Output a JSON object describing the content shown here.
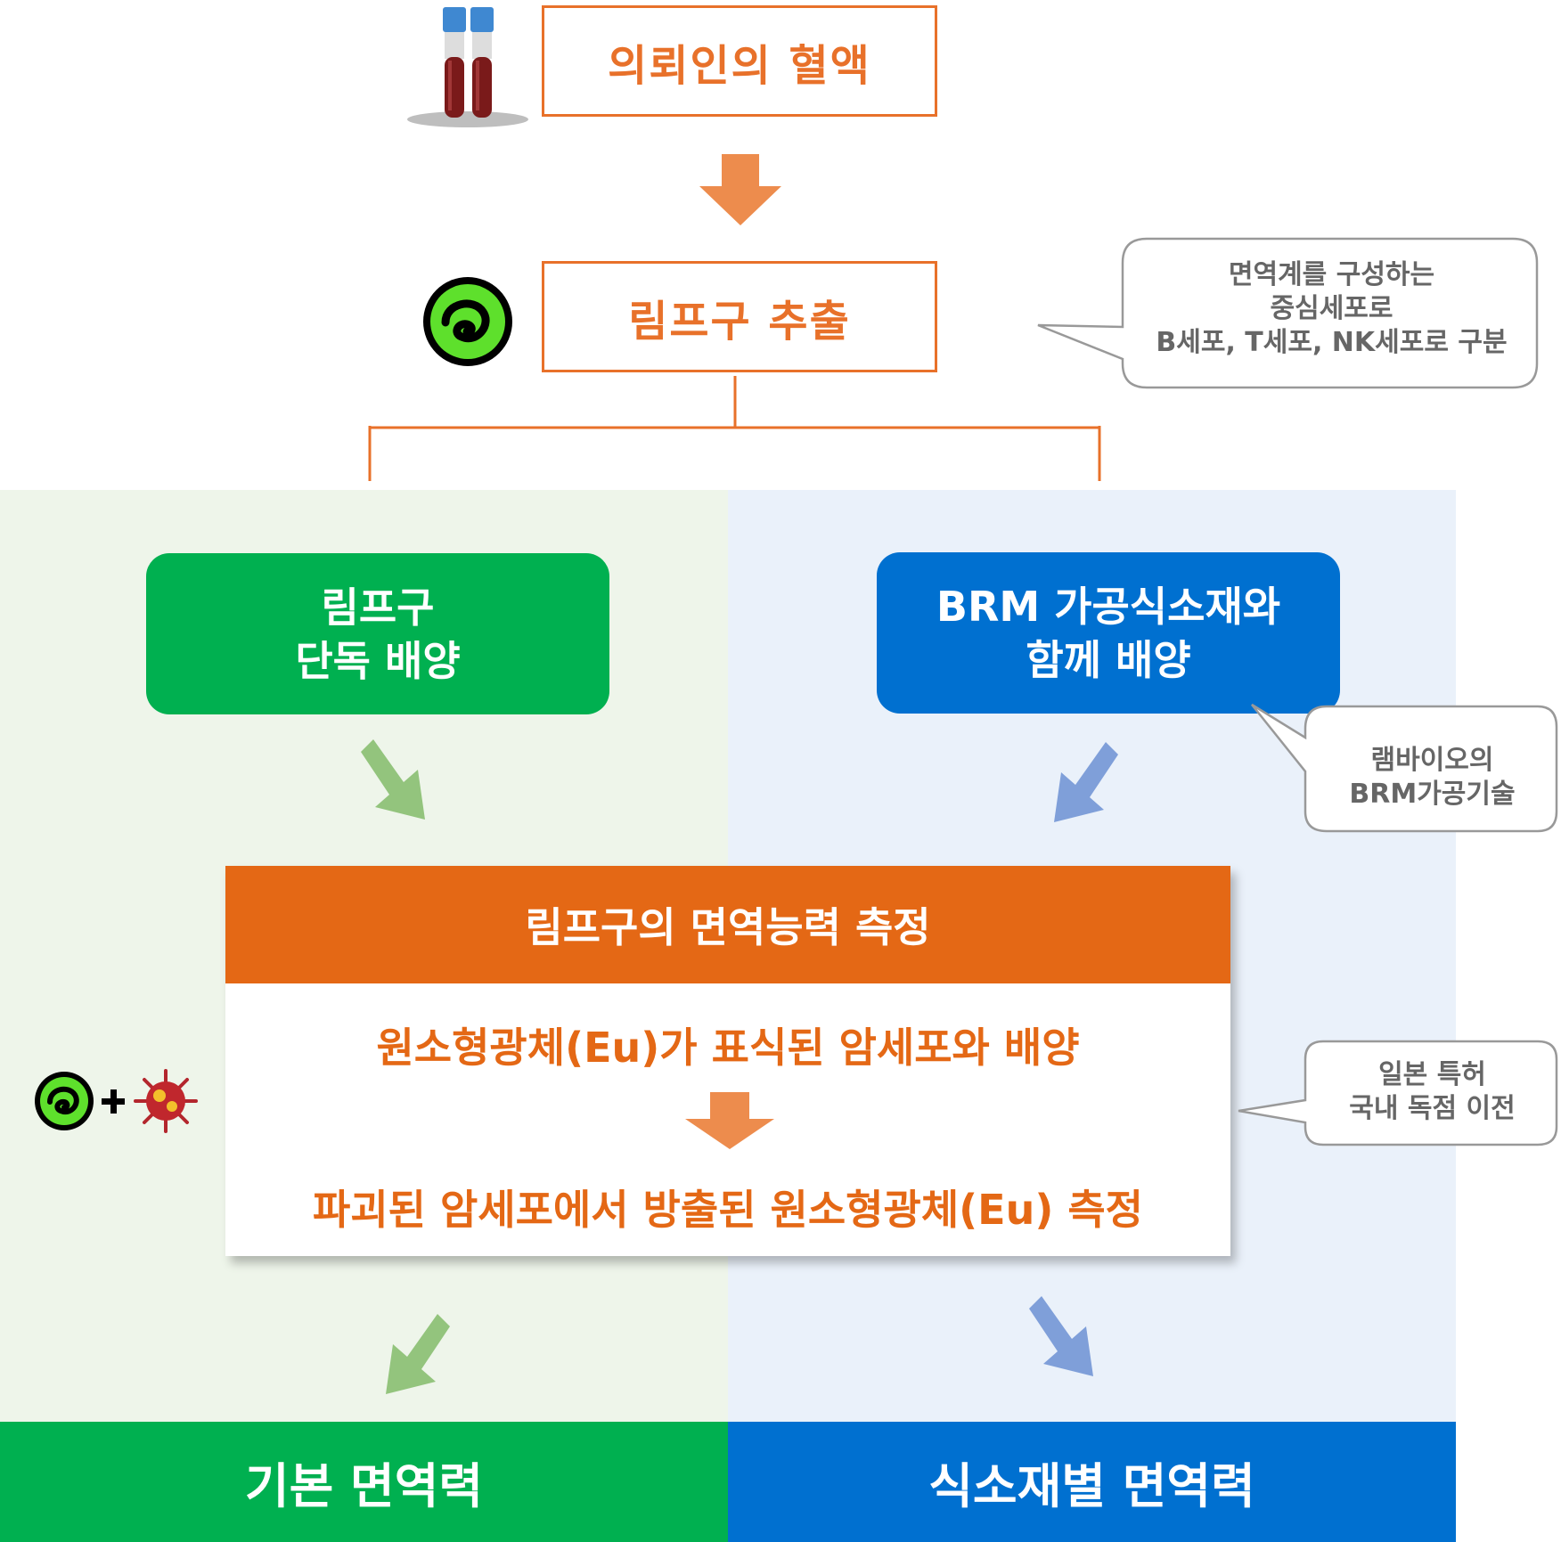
{
  "steps": {
    "blood": "의뢰인의 혈액",
    "extract": "림프구 추출"
  },
  "callouts": {
    "lymphocyte": [
      "면역계를 구성하는",
      "중심세포로",
      "B세포, T세포, NK세포로 구분"
    ],
    "brm": [
      "램바이오의",
      "BRM가공기술"
    ],
    "patent": [
      "일본 특허",
      "국내 독점 이전"
    ]
  },
  "branches": {
    "left": [
      "림프구",
      "단독 배양"
    ],
    "right": [
      "BRM 가공식소재와",
      "함께 배양"
    ]
  },
  "measure": {
    "title": "림프구의 면역능력 측정",
    "step1": "원소형광체(Eu)가 표식된 암세포와 배양",
    "step2": "파괴된 암세포에서 방출된 원소형광체(Eu) 측정"
  },
  "results": {
    "left": "기본 면역력",
    "right": "식소재별 면역력"
  },
  "colors": {
    "orange": "#e8712a",
    "green": "#00b050",
    "blue": "#0070d0",
    "light_green_arrow": "#93c47d",
    "light_blue_arrow": "#7f9fd9"
  },
  "icons": [
    "blood-tubes-icon",
    "lymphocyte-icon",
    "cancer-cell-icon"
  ]
}
